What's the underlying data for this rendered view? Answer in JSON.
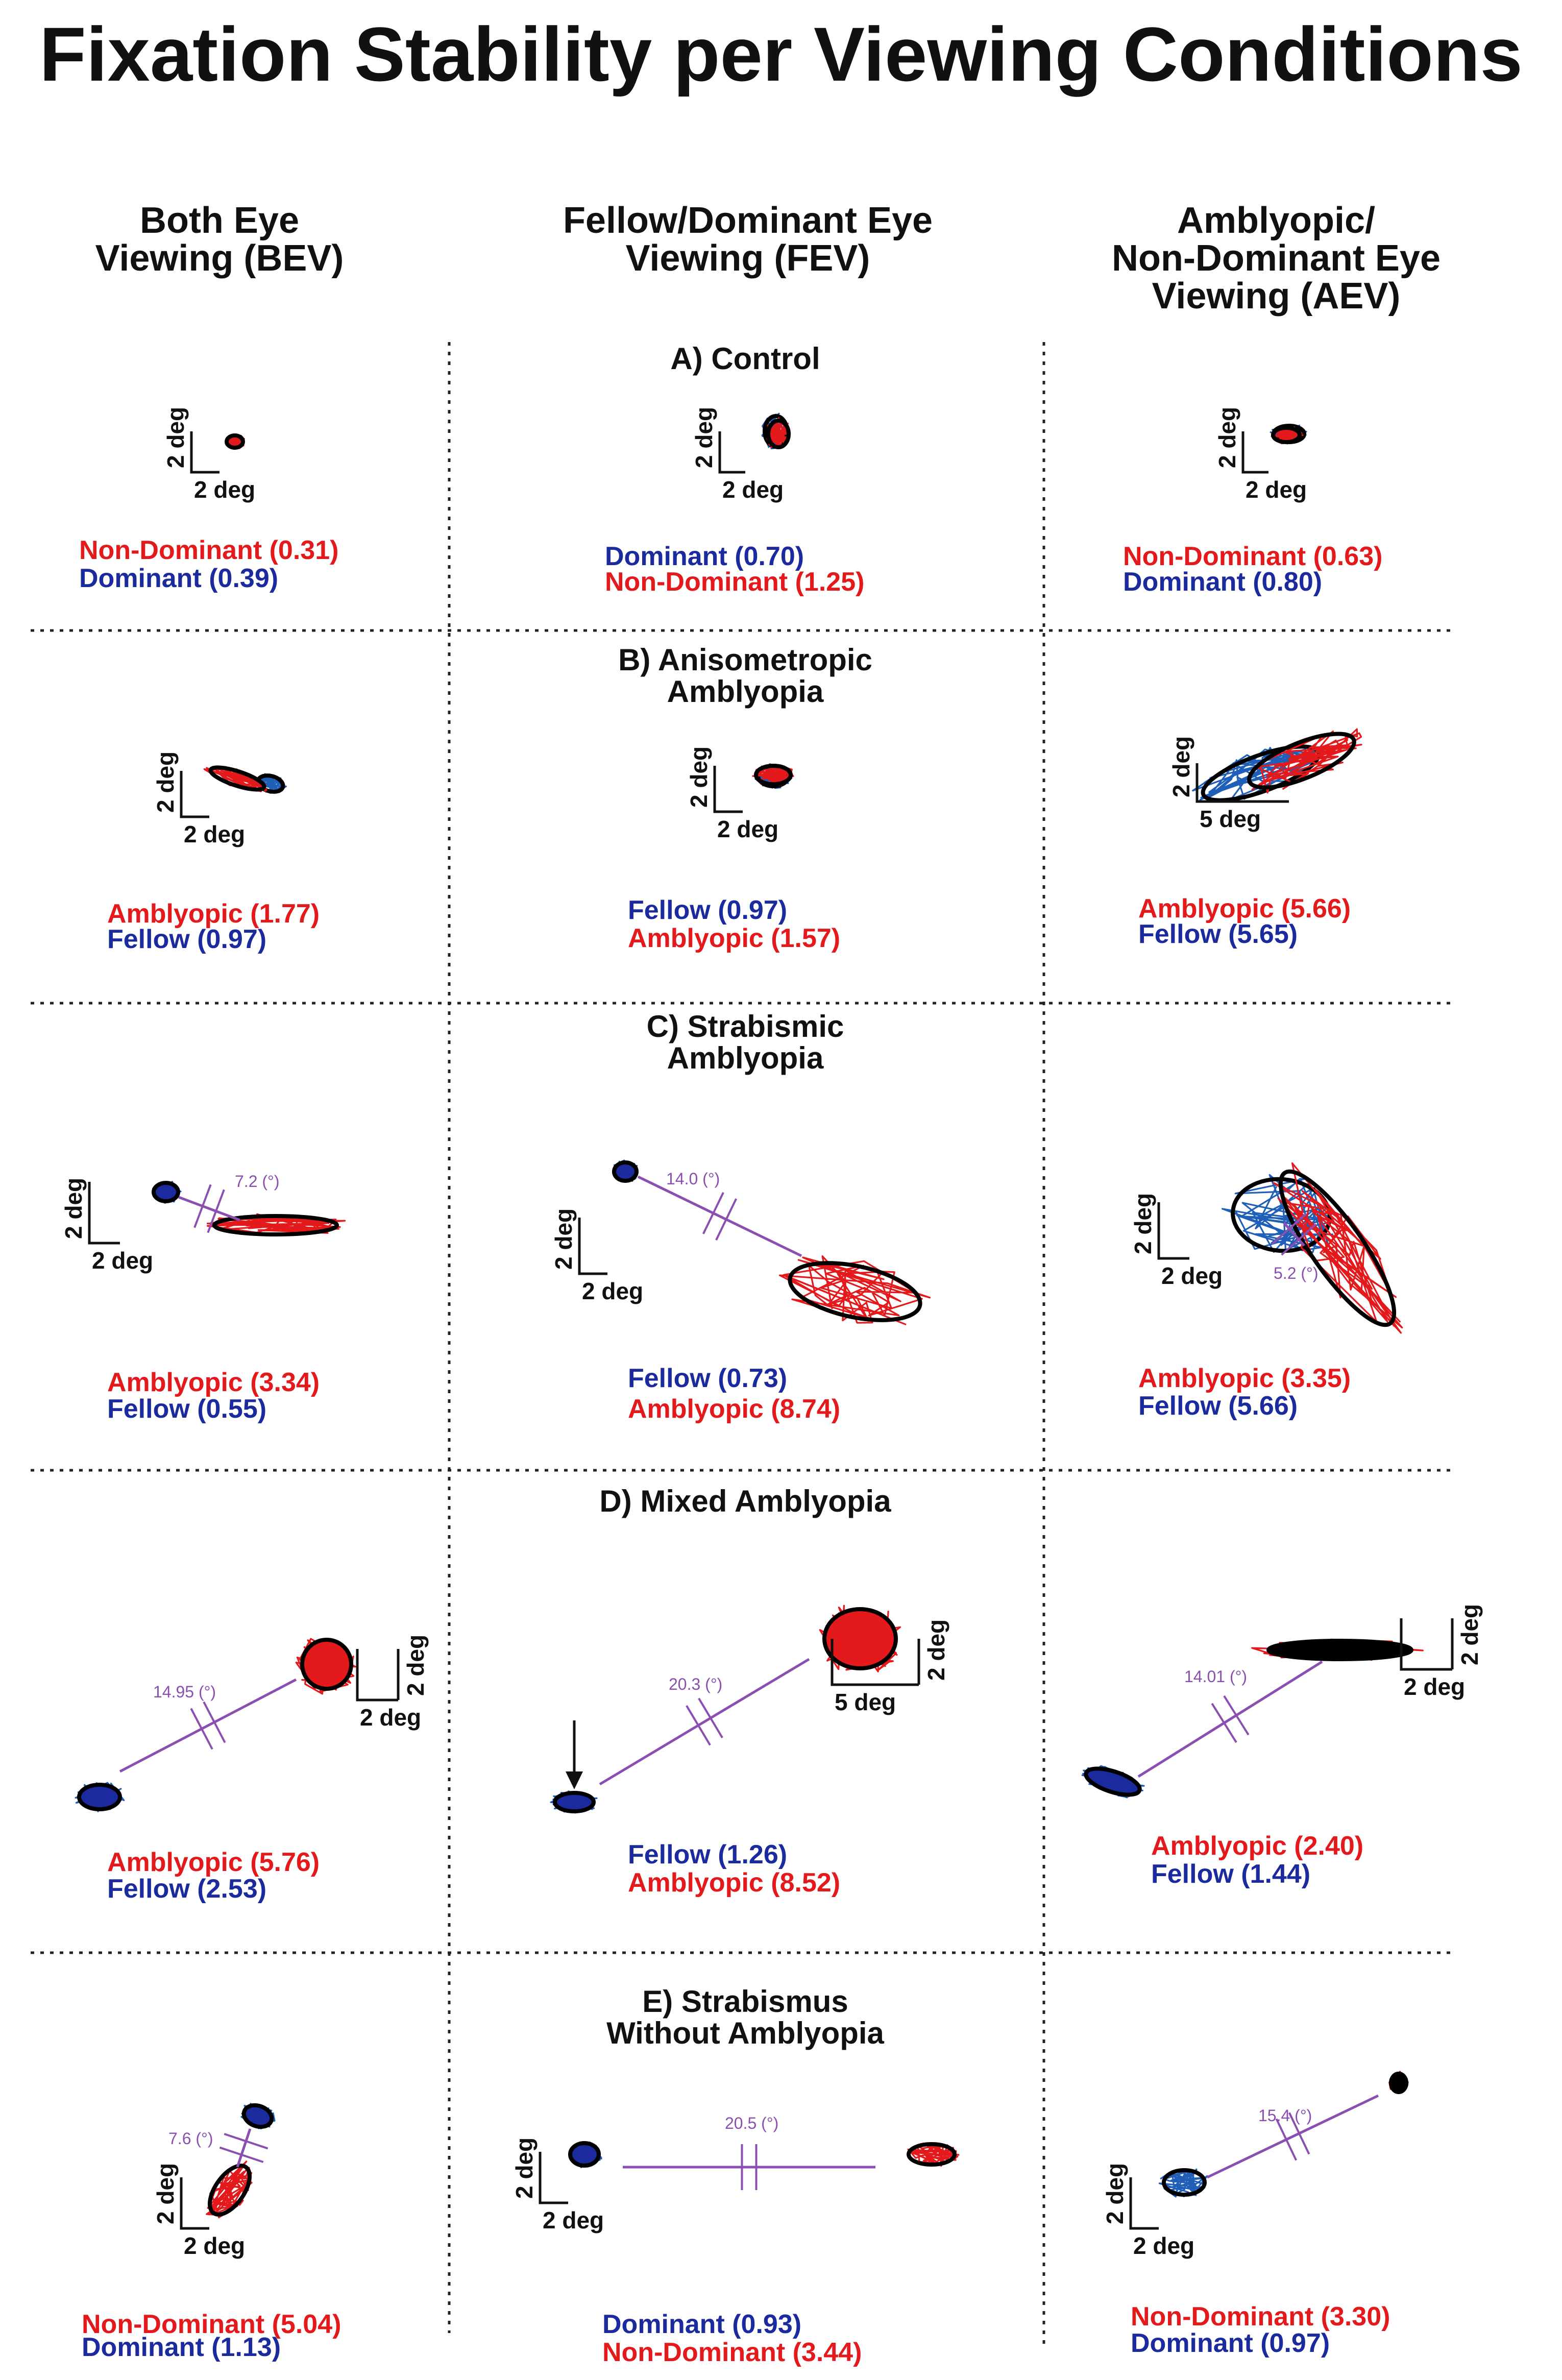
{
  "title": "Fixation Stability per Viewing Conditions",
  "columns": [
    {
      "label": "Both Eye\nViewing (BEV)"
    },
    {
      "label": "Fellow/Dominant Eye\nViewing (FEV)"
    },
    {
      "label": "Amblyopic/\nNon-Dominant Eye\nViewing (AEV)"
    }
  ],
  "colors": {
    "red_eye": "#e3191c",
    "blue_eye": "#1b2a9c",
    "blue_trace": "#1f5fb8",
    "angle_line": "#8a4fb0",
    "ellipse": "#000000"
  },
  "rows": [
    {
      "section": "A) Control",
      "cells": [
        {
          "scale_v": "2 deg",
          "scale_h": "2 deg",
          "angle": "",
          "top": {
            "text": "Non-Dominant (0.31)",
            "color": "red"
          },
          "bottom": {
            "text": "Dominant (0.39)",
            "color": "blue"
          }
        },
        {
          "scale_v": "2 deg",
          "scale_h": "2 deg",
          "angle": "",
          "top": {
            "text": "Dominant (0.70)",
            "color": "blue"
          },
          "bottom": {
            "text": "Non-Dominant (1.25)",
            "color": "red"
          }
        },
        {
          "scale_v": "2 deg",
          "scale_h": "2 deg",
          "angle": "",
          "top": {
            "text": "Non-Dominant (0.63)",
            "color": "red"
          },
          "bottom": {
            "text": "Dominant (0.80)",
            "color": "blue"
          }
        }
      ]
    },
    {
      "section": "B) Anisometropic\nAmblyopia",
      "cells": [
        {
          "scale_v": "2 deg",
          "scale_h": "2 deg",
          "angle": "",
          "top": {
            "text": "Amblyopic (1.77)",
            "color": "red"
          },
          "bottom": {
            "text": "Fellow (0.97)",
            "color": "blue"
          }
        },
        {
          "scale_v": "2 deg",
          "scale_h": "2 deg",
          "angle": "",
          "top": {
            "text": "Fellow (0.97)",
            "color": "blue"
          },
          "bottom": {
            "text": "Amblyopic (1.57)",
            "color": "red"
          }
        },
        {
          "scale_v": "2 deg",
          "scale_h": "5 deg",
          "angle": "",
          "top": {
            "text": "Amblyopic (5.66)",
            "color": "red"
          },
          "bottom": {
            "text": "Fellow (5.65)",
            "color": "blue"
          }
        }
      ]
    },
    {
      "section": "C) Strabismic\nAmblyopia",
      "cells": [
        {
          "scale_v": "2 deg",
          "scale_h": "2 deg",
          "angle": "7.2 (°)",
          "top": {
            "text": "Amblyopic (3.34)",
            "color": "red"
          },
          "bottom": {
            "text": "Fellow (0.55)",
            "color": "blue"
          }
        },
        {
          "scale_v": "2 deg",
          "scale_h": "2 deg",
          "angle": "14.0 (°)",
          "top": {
            "text": "Fellow (0.73)",
            "color": "blue"
          },
          "bottom": {
            "text": "Amblyopic (8.74)",
            "color": "red"
          }
        },
        {
          "scale_v": "2 deg",
          "scale_h": "2 deg",
          "angle": "5.2 (°)",
          "top": {
            "text": "Amblyopic (3.35)",
            "color": "red"
          },
          "bottom": {
            "text": "Fellow (5.66)",
            "color": "blue"
          }
        }
      ]
    },
    {
      "section": "D) Mixed Amblyopia",
      "cells": [
        {
          "scale_v": "2 deg",
          "scale_h": "2 deg",
          "angle": "14.95 (°)",
          "top": {
            "text": "Amblyopic (5.76)",
            "color": "red"
          },
          "bottom": {
            "text": "Fellow (2.53)",
            "color": "blue"
          }
        },
        {
          "scale_v": "2 deg",
          "scale_h": "5 deg",
          "angle": "20.3 (°)",
          "top": {
            "text": "Fellow (1.26)",
            "color": "blue"
          },
          "bottom": {
            "text": "Amblyopic (8.52)",
            "color": "red"
          }
        },
        {
          "scale_v": "2 deg",
          "scale_h": "2 deg",
          "angle": "14.01 (°)",
          "top": {
            "text": "Amblyopic (2.40)",
            "color": "red"
          },
          "bottom": {
            "text": "Fellow (1.44)",
            "color": "blue"
          }
        }
      ]
    },
    {
      "section": "E) Strabismus\nWithout Amblyopia",
      "cells": [
        {
          "scale_v": "2 deg",
          "scale_h": "2 deg",
          "angle": "7.6 (°)",
          "top": {
            "text": "Non-Dominant (5.04)",
            "color": "red"
          },
          "bottom": {
            "text": "Dominant (1.13)",
            "color": "blue"
          }
        },
        {
          "scale_v": "2 deg",
          "scale_h": "2 deg",
          "angle": "20.5 (°)",
          "top": {
            "text": "Dominant (0.93)",
            "color": "blue"
          },
          "bottom": {
            "text": "Non-Dominant (3.44)",
            "color": "red"
          }
        },
        {
          "scale_v": "2 deg",
          "scale_h": "2 deg",
          "angle": "15.4 (°)",
          "top": {
            "text": "Non-Dominant (3.30)",
            "color": "red"
          },
          "bottom": {
            "text": "Dominant (0.97)",
            "color": "blue"
          }
        }
      ]
    }
  ]
}
